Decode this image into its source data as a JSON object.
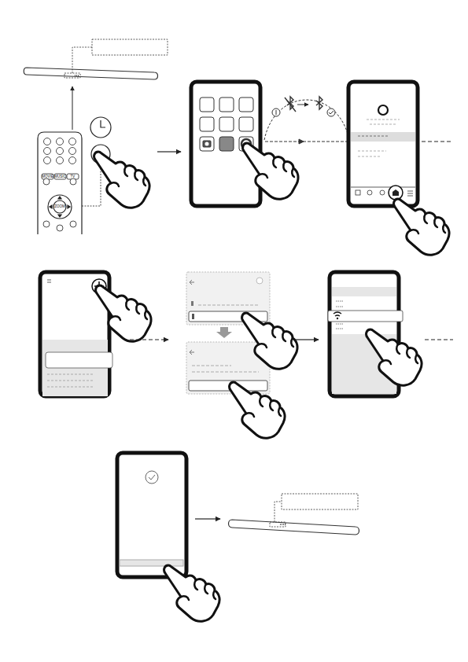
{
  "diagram": {
    "labels": [
      "MOVIE",
      "MUSIC",
      "TV",
      "ZOOM"
    ]
  }
}
